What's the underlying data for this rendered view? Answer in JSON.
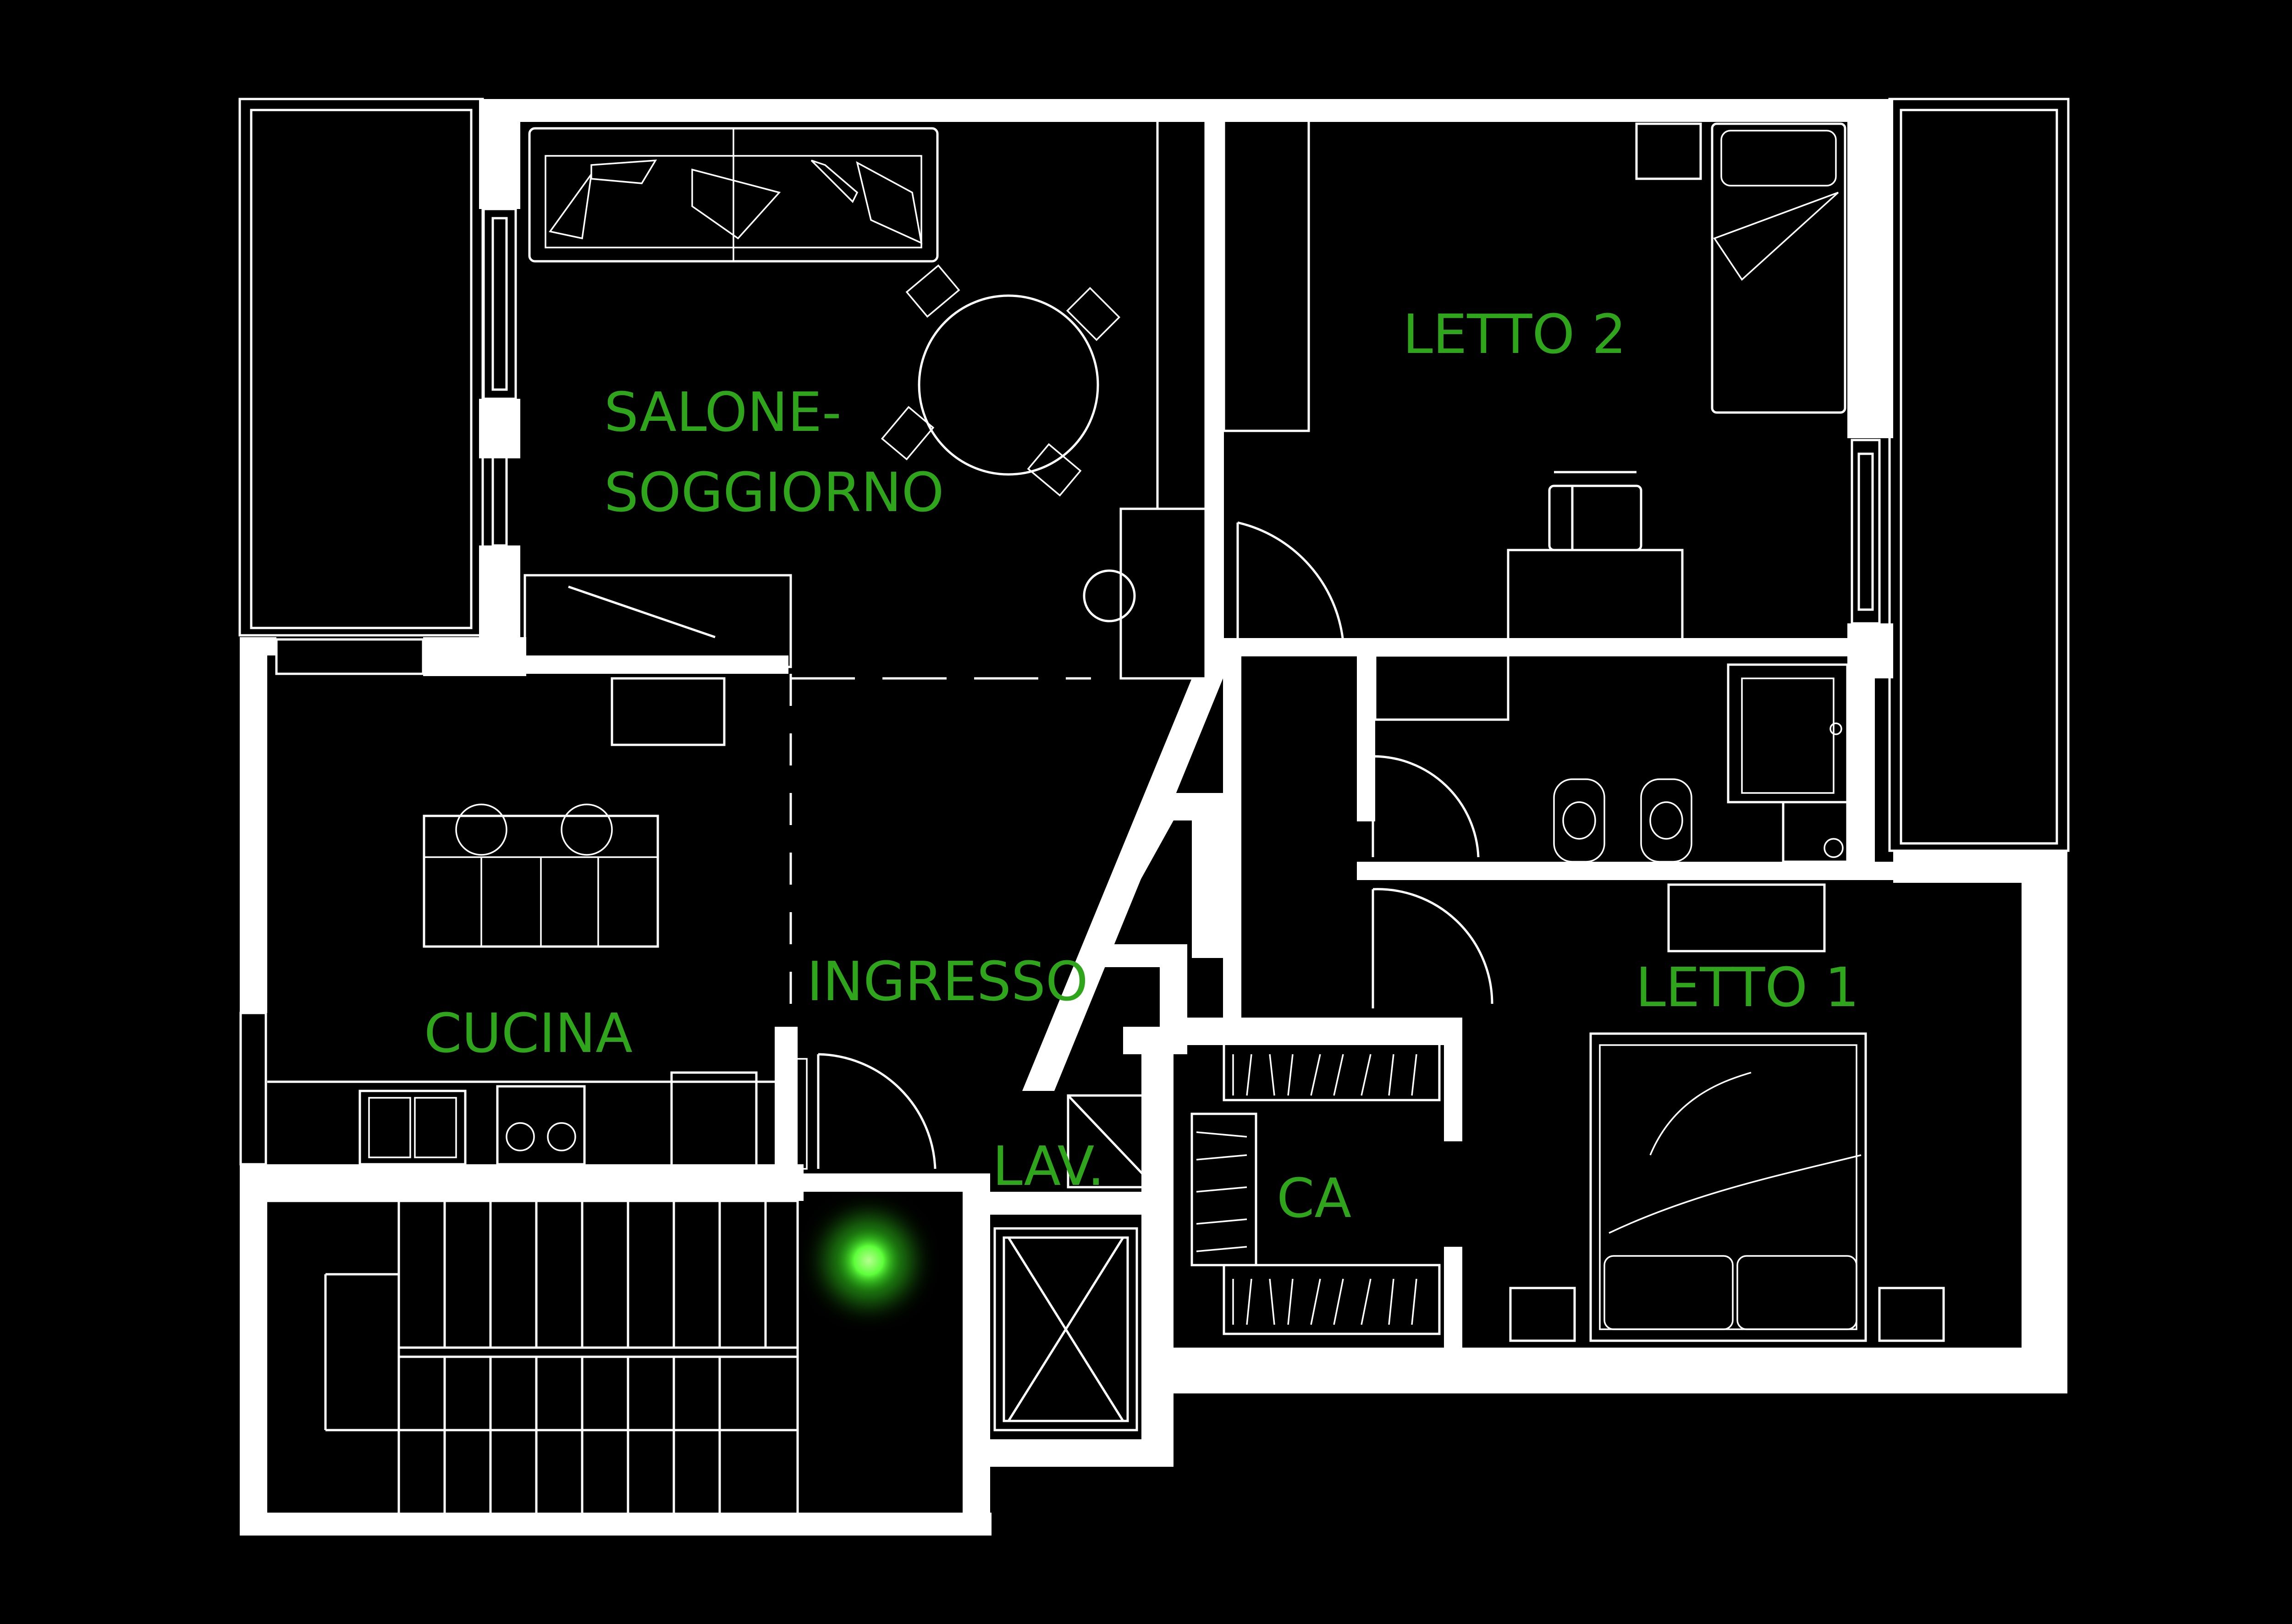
{
  "floorplan": {
    "rooms": [
      {
        "id": "salone",
        "lines": [
          "SALONE-",
          "SOGGIORNO"
        ]
      },
      {
        "id": "letto2",
        "lines": [
          "LETTO 2"
        ]
      },
      {
        "id": "cucina",
        "lines": [
          "CUCINA"
        ]
      },
      {
        "id": "ingresso",
        "lines": [
          "INGRESSO"
        ]
      },
      {
        "id": "letto1",
        "lines": [
          "LETTO 1"
        ]
      },
      {
        "id": "lav",
        "lines": [
          "LAV."
        ]
      },
      {
        "id": "ca",
        "lines": [
          "CA"
        ]
      }
    ],
    "colors": {
      "background": "#000000",
      "walls": "#ffffff",
      "labels": "#2fa51b",
      "marker": "#5dff3a"
    },
    "marker": {
      "icon": "location-marker-icon"
    }
  }
}
